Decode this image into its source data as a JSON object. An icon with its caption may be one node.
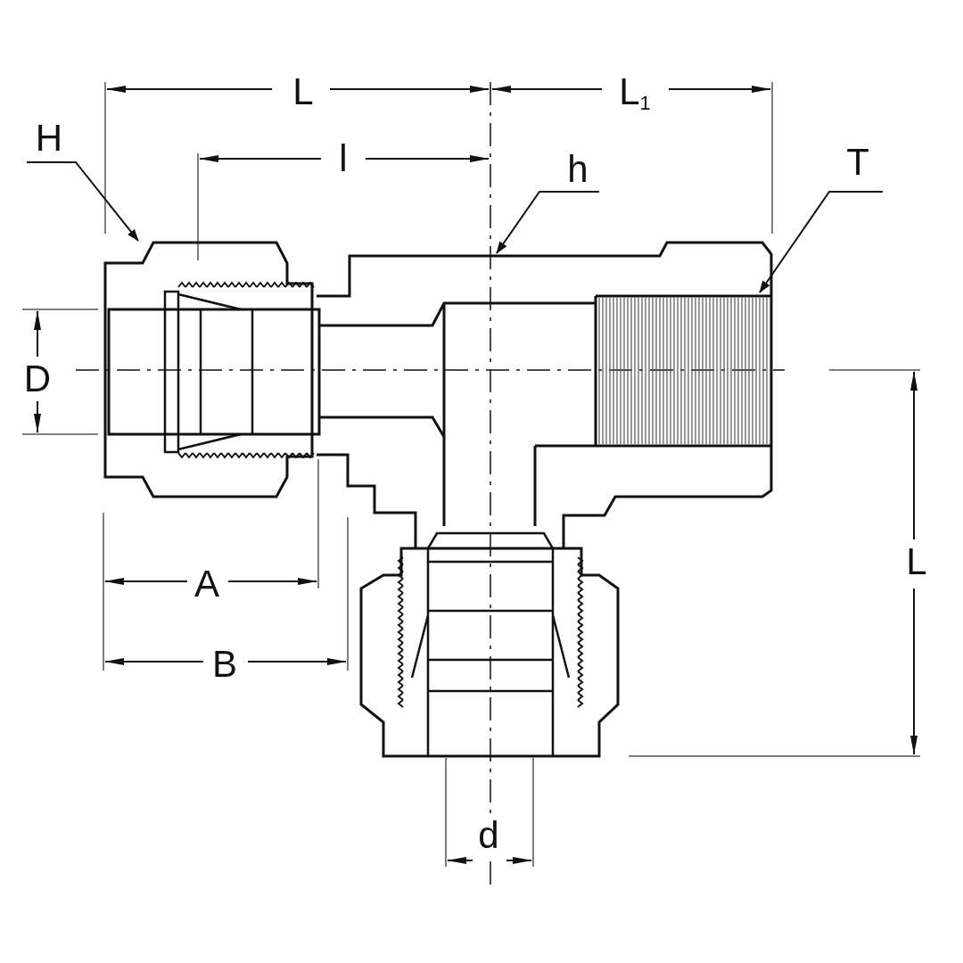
{
  "diagram": {
    "nodes": [
      {
        "text": [
          "H"
        ]
      },
      {
        "text": [],
        "shape": "picture"
      },
      {
        "text": [
          "h"
        ]
      },
      {
        "text": [],
        "shape": "picture"
      },
      {
        "text": [
          "T"
        ]
      },
      {
        "text": [],
        "shape": "picture",
        "in": 3
      }
    ],
    "edges": [
      {
        "from": 0,
        "to": 1,
        "arrow": "to"
      },
      {
        "from": 2,
        "to": 3,
        "arrow": "to"
      },
      {
        "from": 4,
        "to": 5,
        "arrow": "to"
      }
    ],
    "labels": [
      "L",
      "L$_{1}$",
      "l",
      "D",
      "A",
      "B",
      "L",
      "d"
    ]
  }
}
